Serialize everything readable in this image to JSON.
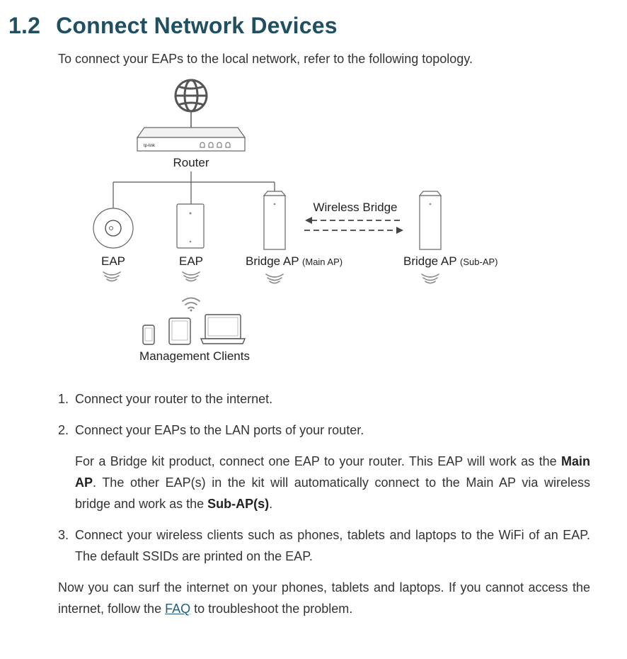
{
  "section": {
    "number": "1.2",
    "title": "Connect Network Devices"
  },
  "intro": "To connect your EAPs to the local network, refer to the following topology.",
  "diagram": {
    "router_label": "Router",
    "router_brand": "tp-link",
    "eap1_label": "EAP",
    "eap2_label": "EAP",
    "bridge_main_label": "Bridge AP",
    "bridge_main_sub": "(Main AP)",
    "bridge_sub_label": "Bridge AP",
    "bridge_sub_sub": "(Sub-AP)",
    "wireless_bridge_label": "Wireless Bridge",
    "clients_label": "Management Clients",
    "icons": [
      "globe-icon",
      "router-icon",
      "ceiling-eap-icon",
      "wall-eap-icon",
      "outdoor-ap-icon",
      "wifi-icon",
      "phone-icon",
      "tablet-icon",
      "laptop-icon"
    ]
  },
  "steps": [
    {
      "num": "1.",
      "text": "Connect your router to the internet."
    },
    {
      "num": "2.",
      "text": "Connect your EAPs to the LAN ports of your router.",
      "note_a": "For a Bridge kit product, connect one EAP to your router. This EAP will work as the ",
      "note_b": "Main AP",
      "note_c": ". The other EAP(s) in the kit will automatically connect to the Main AP via wireless bridge and work as the ",
      "note_d": "Sub-AP(s)",
      "note_e": "."
    },
    {
      "num": "3.",
      "text": "Connect your wireless clients such as phones, tablets and laptops to the WiFi of an EAP. The default SSIDs are printed on the EAP."
    }
  ],
  "outro": {
    "before": "Now you can surf the internet on your phones, tablets and laptops. If you cannot access the internet, follow the ",
    "link": "FAQ",
    "after": " to troubleshoot the problem."
  }
}
